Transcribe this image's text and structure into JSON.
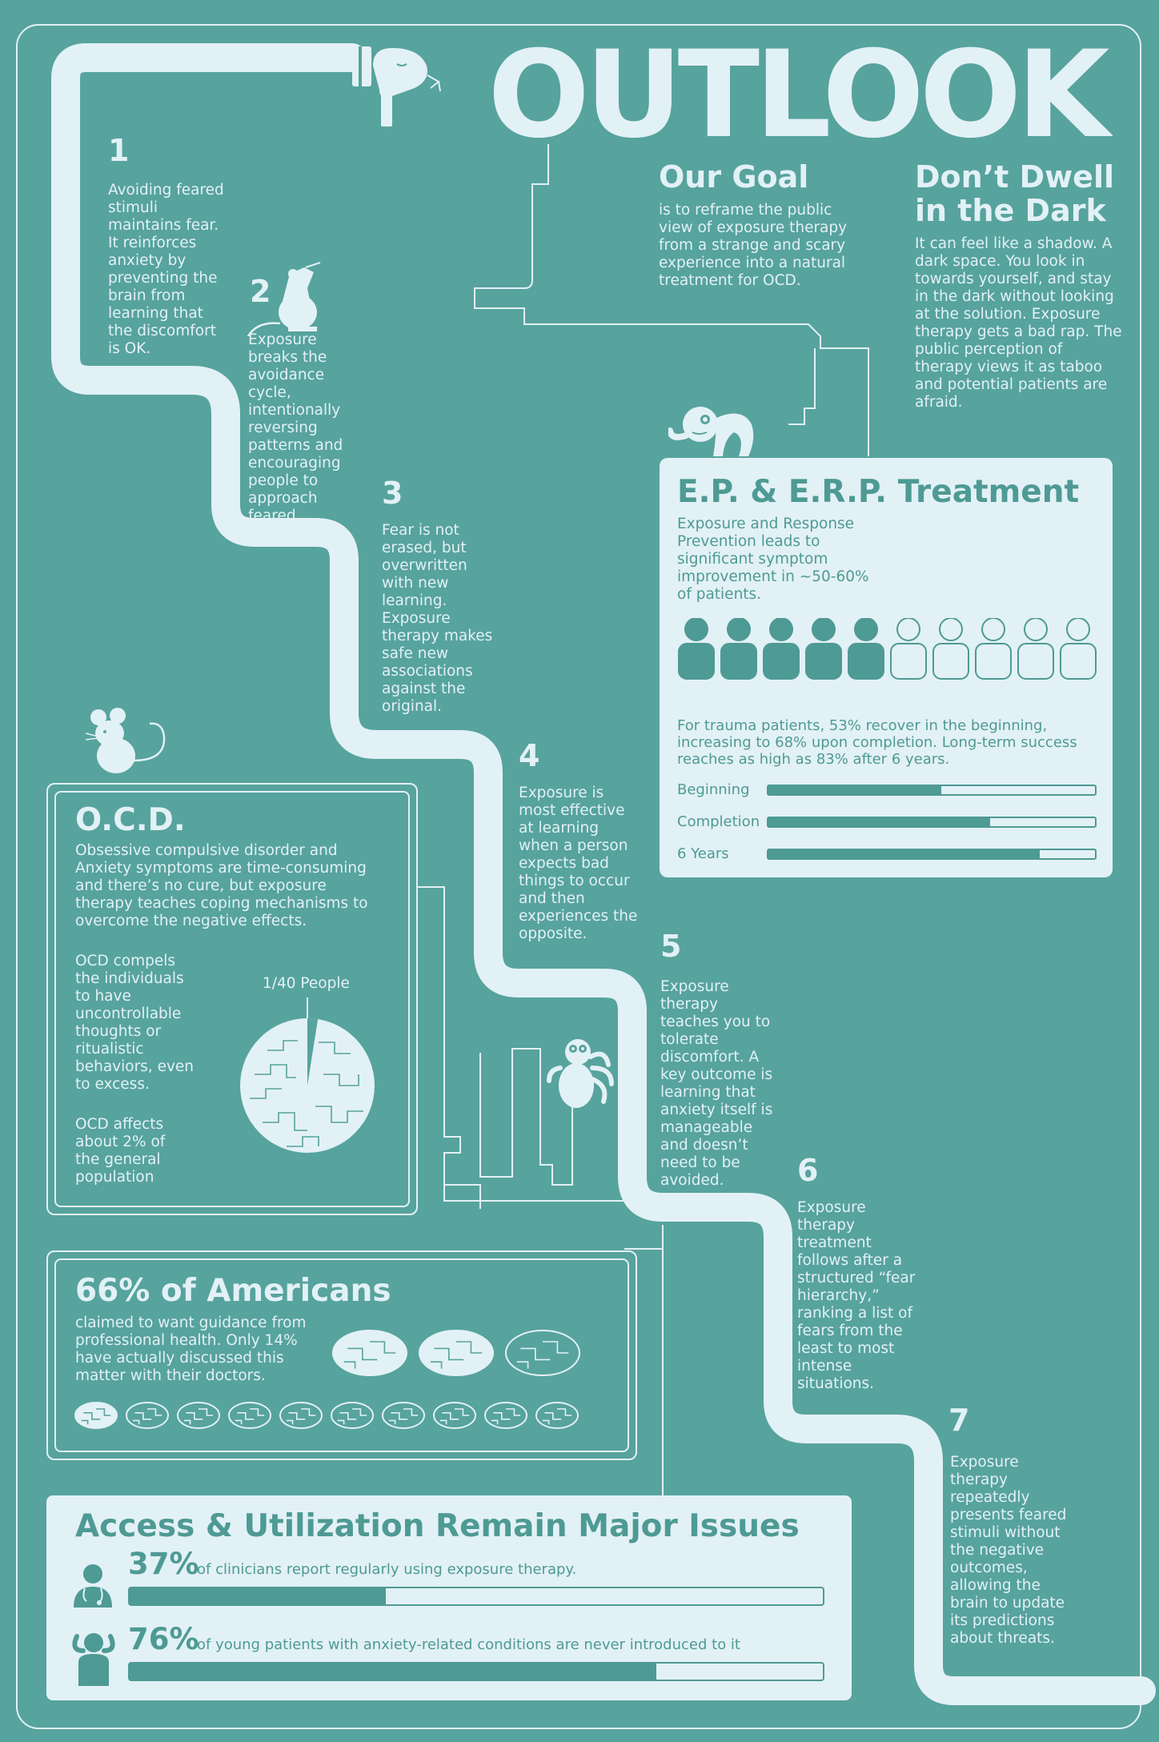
{
  "title": "OUTLOOK",
  "goal": {
    "heading": "Our Goal",
    "text": "is to reframe the public view of exposure therapy from a strange and scary experience into a natural treatment for OCD."
  },
  "dwell": {
    "heading_line1": "Don’t Dwell",
    "heading_line2": "in the Dark",
    "text": "It can feel like a shadow. A dark space. You look in towards yourself, and stay in the dark without looking at the solution. Exposure therapy gets a bad rap. The public perception of therapy views it as taboo and potential patients are afraid."
  },
  "steps": [
    {
      "num": "1",
      "text": "Avoiding feared stimuli maintains fear. It reinforces anxiety by preventing the brain from learning that the discomfort is OK."
    },
    {
      "num": "2",
      "text": "Exposure breaks the avoidance cycle, intentionally reversing patterns and encouraging people to approach feared situations."
    },
    {
      "num": "3",
      "text": "Fear is not erased, but overwritten with new learning. Exposure therapy makes safe new associations against the original."
    },
    {
      "num": "4",
      "text": "Exposure is most effective at learning when a person expects bad things to occur and then experiences the opposite."
    },
    {
      "num": "5",
      "text": "Exposure therapy teaches you to tolerate discomfort. A key outcome is learning that anxiety itself is manageable and doesn’t need to be avoided."
    },
    {
      "num": "6",
      "text": "Exposure therapy treatment follows after a structured “fear hierarchy,” ranking a list of fears from the least to most intense situations."
    },
    {
      "num": "7",
      "text": "Exposure therapy repeatedly presents feared stimuli without the negative outcomes, allowing the brain to update its predictions about threats."
    }
  ],
  "erp": {
    "heading": "E.P. & E.R.P. Treatment",
    "intro": "Exposure and Response Prevention leads to significant symptom improvement in ~50-60% of patients.",
    "people_filled_fraction": 0.5,
    "trauma_text": "For trauma patients, 53% recover in the beginning, increasing to 68% upon completion. Long-term success reaches as high as 83% after 6 years.",
    "bars": [
      {
        "label": "Beginning",
        "value": 0.53
      },
      {
        "label": "Completion",
        "value": 0.68
      },
      {
        "label": "6 Years",
        "value": 0.83
      }
    ]
  },
  "ocd": {
    "heading": "O.C.D.",
    "intro": "Obsessive compulsive disorder and Anxiety symptoms are time-consuming and there’s no cure, but exposure therapy teaches coping mechanisms to overcome the negative effects.",
    "compels": "OCD compels the individuals to have uncontrollable thoughts or ritualistic behaviors, even to excess.",
    "affects": "OCD affects about 2% of the general population",
    "pie_label": "1/40 People",
    "pie_fraction": 0.025
  },
  "americans": {
    "heading": "66% of Americans",
    "text": "claimed to want guidance from professional health. Only 14% have actually discussed this matter with their doctors."
  },
  "access": {
    "heading": "Access & Utilization Remain Major Issues",
    "items": [
      {
        "pct": "37%",
        "text": "of clinicians report regularly using exposure therapy.",
        "value": 0.37
      },
      {
        "pct": "76%",
        "text": "of young patients with anxiety-related conditions are never introduced to it",
        "value": 0.76
      }
    ]
  },
  "colors": {
    "background": "#57a39d",
    "light": "#e2f1f6",
    "dark_teal": "#4e9a94"
  },
  "icons": [
    "snake-icon",
    "rat-icon",
    "octopus-icon",
    "mouse-icon",
    "spider-icon",
    "brain-icon",
    "person-icon",
    "doctor-icon",
    "stressed-person-icon"
  ]
}
